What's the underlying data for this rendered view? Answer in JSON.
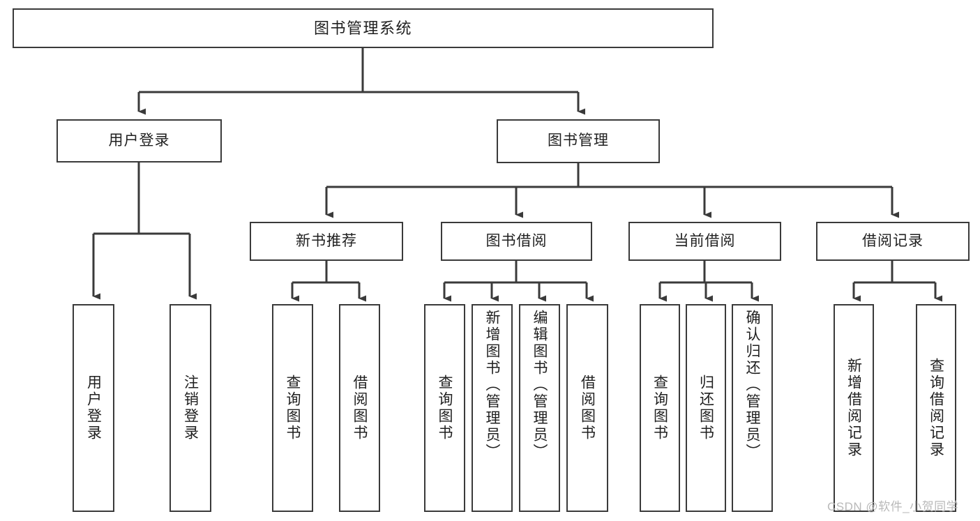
{
  "diagram": {
    "title": "图书管理系统",
    "type": "tree-hierarchy-chart",
    "watermark": "CSDN @软件_小贺同学",
    "colors": {
      "background": "#ffffff",
      "box_border": "#3a3a3a",
      "box_fill": "#ffffff",
      "text": "#1f1f1f",
      "connector": "#3a3a3a",
      "watermark": "#b9b9b9"
    },
    "root": {
      "label": "图书管理系统"
    },
    "level2": [
      {
        "label": "用户登录"
      },
      {
        "label": "图书管理"
      }
    ],
    "level3": [
      {
        "label": "新书推荐"
      },
      {
        "label": "图书借阅"
      },
      {
        "label": "当前借阅"
      },
      {
        "label": "借阅记录"
      }
    ],
    "leaves": {
      "user_login": [
        {
          "label": "用户登录"
        },
        {
          "label": "注销登录"
        }
      ],
      "new_book_recommend": [
        {
          "label": "查询图书"
        },
        {
          "label": "借阅图书"
        }
      ],
      "book_borrow": [
        {
          "label": "查询图书"
        },
        {
          "label": "新增图书（管理员）"
        },
        {
          "label": "编辑图书（管理员）"
        },
        {
          "label": "借阅图书"
        }
      ],
      "current_borrow": [
        {
          "label": "查询图书"
        },
        {
          "label": "归还图书"
        },
        {
          "label": "确认归还（管理员）"
        }
      ],
      "borrow_record": [
        {
          "label": "新增借阅记录"
        },
        {
          "label": "查询借阅记录"
        }
      ]
    }
  }
}
